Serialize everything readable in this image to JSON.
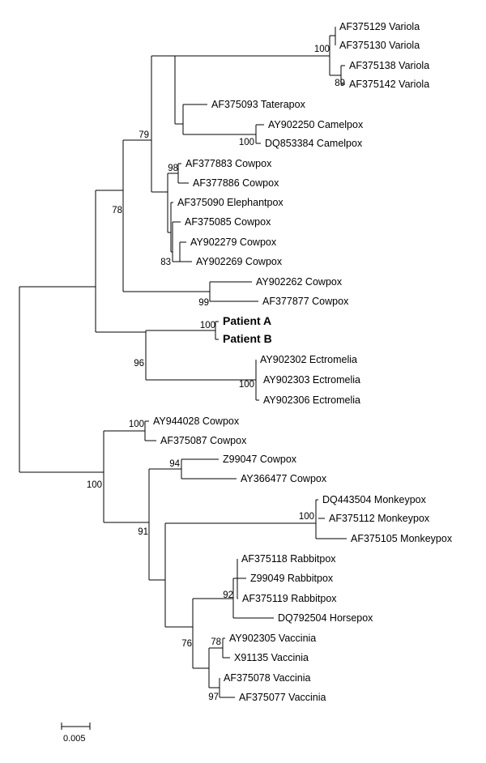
{
  "tree": {
    "leaves": [
      {
        "id": "L1",
        "label": "AF375129 Variola"
      },
      {
        "id": "L2",
        "label": "AF375130 Variola"
      },
      {
        "id": "L3",
        "label": "AF375138 Variola"
      },
      {
        "id": "L4",
        "label": "AF375142 Variola"
      },
      {
        "id": "L5",
        "label": "AF375093 Taterapox"
      },
      {
        "id": "L6",
        "label": "AY902250 Camelpox"
      },
      {
        "id": "L7",
        "label": "DQ853384 Camelpox"
      },
      {
        "id": "L8",
        "label": "AF377883 Cowpox"
      },
      {
        "id": "L9",
        "label": "AF377886 Cowpox"
      },
      {
        "id": "L10",
        "label": "AF375090 Elephantpox"
      },
      {
        "id": "L11",
        "label": "AF375085 Cowpox"
      },
      {
        "id": "L12",
        "label": "AY902279 Cowpox"
      },
      {
        "id": "L13",
        "label": "AY902269 Cowpox"
      },
      {
        "id": "L14",
        "label": "AY902262 Cowpox"
      },
      {
        "id": "L15",
        "label": "AF377877 Cowpox"
      },
      {
        "id": "L16",
        "label": "Patient A",
        "bold": true
      },
      {
        "id": "L17",
        "label": "Patient B",
        "bold": true
      },
      {
        "id": "L18",
        "label": "AY902302 Ectromelia"
      },
      {
        "id": "L19",
        "label": "AY902303 Ectromelia"
      },
      {
        "id": "L20",
        "label": "AY902306 Ectromelia"
      },
      {
        "id": "L21",
        "label": "AY944028 Cowpox"
      },
      {
        "id": "L22",
        "label": "AF375087 Cowpox"
      },
      {
        "id": "L23",
        "label": "Z99047 Cowpox"
      },
      {
        "id": "L24",
        "label": "AY366477 Cowpox"
      },
      {
        "id": "L25",
        "label": "DQ443504 Monkeypox"
      },
      {
        "id": "L26",
        "label": "AF375112 Monkeypox"
      },
      {
        "id": "L27",
        "label": "AF375105 Monkeypox"
      },
      {
        "id": "L28",
        "label": "AF375118 Rabbitpox"
      },
      {
        "id": "L29",
        "label": "Z99049 Rabbitpox"
      },
      {
        "id": "L30",
        "label": "AF375119 Rabbitpox"
      },
      {
        "id": "L31",
        "label": "DQ792504 Horsepox"
      },
      {
        "id": "L32",
        "label": "AY902305 Vaccinia"
      },
      {
        "id": "L33",
        "label": "X91135 Vaccinia"
      },
      {
        "id": "L34",
        "label": "AF375078 Vaccinia"
      },
      {
        "id": "L35",
        "label": "AF375077 Vaccinia"
      }
    ],
    "bootstrap_values": [
      {
        "id": "B1",
        "value": "100"
      },
      {
        "id": "B2",
        "value": "89"
      },
      {
        "id": "B3",
        "value": "79"
      },
      {
        "id": "B4",
        "value": "100"
      },
      {
        "id": "B5",
        "value": "98"
      },
      {
        "id": "B6",
        "value": "83"
      },
      {
        "id": "B7",
        "value": "78"
      },
      {
        "id": "B8",
        "value": "99"
      },
      {
        "id": "B9",
        "value": "100"
      },
      {
        "id": "B10",
        "value": "96"
      },
      {
        "id": "B11",
        "value": "100"
      },
      {
        "id": "B12",
        "value": "100"
      },
      {
        "id": "B13",
        "value": "100"
      },
      {
        "id": "B14",
        "value": "94"
      },
      {
        "id": "B15",
        "value": "100"
      },
      {
        "id": "B16",
        "value": "91"
      },
      {
        "id": "B17",
        "value": "92"
      },
      {
        "id": "B18",
        "value": "78"
      },
      {
        "id": "B19",
        "value": "76"
      },
      {
        "id": "B20",
        "value": "97"
      }
    ],
    "scale_bar": {
      "label": "0.005"
    }
  }
}
